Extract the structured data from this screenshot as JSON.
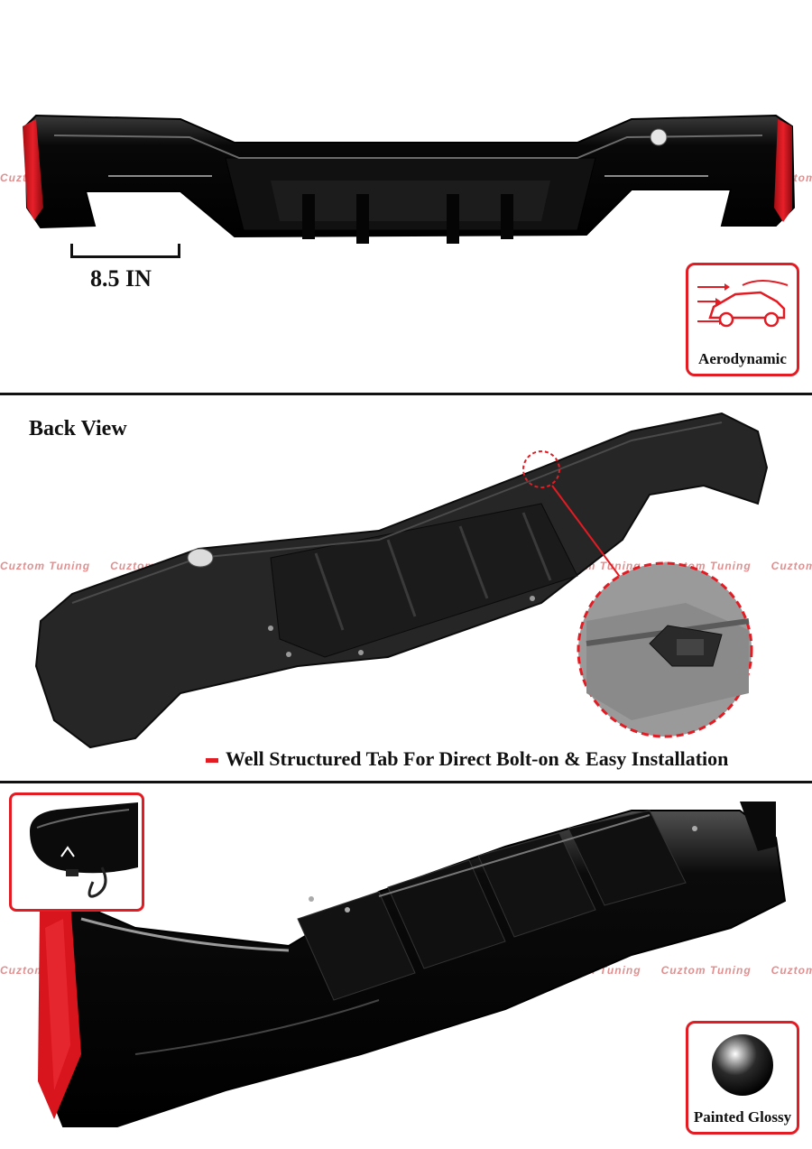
{
  "watermark": {
    "text": "Cuztom Tuning"
  },
  "panel_top": {
    "dimension_label": "8.5 IN",
    "badge_label": "Aerodynamic",
    "badge_icon": "car-airflow-icon"
  },
  "panel_mid": {
    "title": "Back View",
    "caption": "Well Structured Tab For Direct Bolt-on & Easy Installation"
  },
  "panel_bot": {
    "badge_label": "Painted Glossy",
    "badge_icon": "glossy-sphere-icon",
    "inset_icon": "exhaust-cover-icon"
  },
  "colors": {
    "accent": "#e31b23",
    "gloss_black": "#0a0a0a",
    "matte_black": "#2a2a2a",
    "reflector": "#d8141c"
  }
}
